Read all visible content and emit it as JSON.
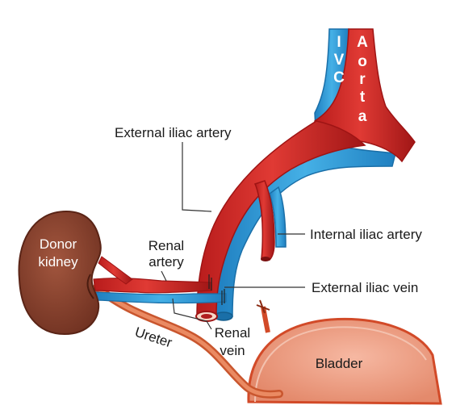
{
  "labels": {
    "ivc": [
      "I",
      "V",
      "C"
    ],
    "aorta": [
      "A",
      "o",
      "r",
      "t",
      "a"
    ],
    "external_iliac_artery": "External iliac artery",
    "internal_iliac_artery": "Internal iliac artery",
    "external_iliac_vein": "External iliac vein",
    "donor_kidney_line1": "Donor",
    "donor_kidney_line2": "kidney",
    "renal_artery_line1": "Renal",
    "renal_artery_line2": "artery",
    "renal_vein_line1": "Renal",
    "renal_vein_line2": "vein",
    "ureter": "Ureter",
    "bladder": "Bladder"
  },
  "colors": {
    "artery": "#d42a2a",
    "artery_dark": "#9e1414",
    "vein": "#2e9bd6",
    "vein_dark": "#1a6fa8",
    "kidney": "#8e4430",
    "kidney_dark": "#6b2f20",
    "ureter": "#e07a52",
    "bladder": "#f0a088",
    "bladder_edge": "#d8502e",
    "leader": "#333333"
  }
}
